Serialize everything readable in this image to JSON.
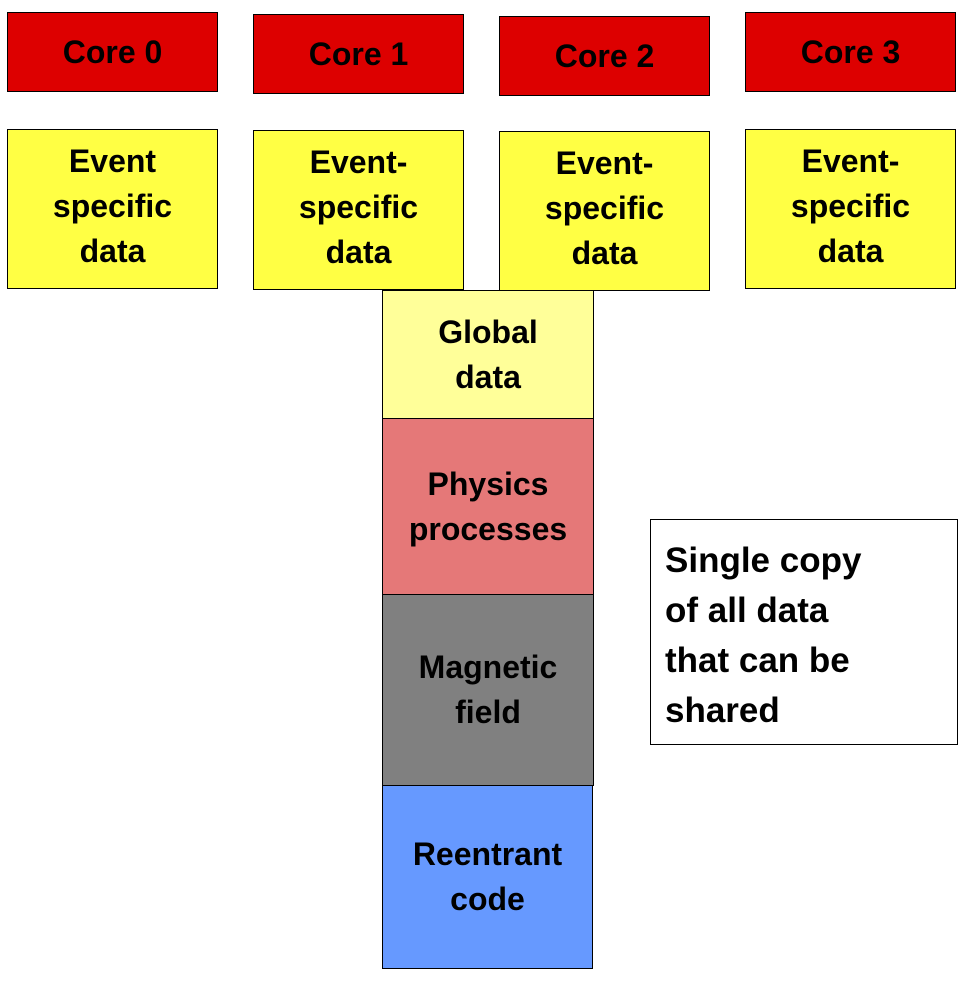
{
  "colors": {
    "core_fill": "#dd0000",
    "event_fill": "#ffff44",
    "global_fill": "#ffff99",
    "physics_fill": "#e57878",
    "magnetic_fill": "#808080",
    "reentrant_fill": "#6699ff",
    "note_fill": "#ffffff"
  },
  "cores": [
    {
      "label": "Core 0",
      "data_label": "Event\nspecific\ndata"
    },
    {
      "label": "Core 1",
      "data_label": "Event-\nspecific\ndata"
    },
    {
      "label": "Core 2",
      "data_label": "Event-\nspecific\ndata"
    },
    {
      "label": "Core 3",
      "data_label": "Event-\nspecific\ndata"
    }
  ],
  "shared_stack": [
    {
      "label": "Global\ndata"
    },
    {
      "label": "Physics\nprocesses"
    },
    {
      "label": "Magnetic\nfield"
    },
    {
      "label": "Reentrant\ncode"
    }
  ],
  "note": {
    "text": "Single copy\nof all data\nthat can be\nshared"
  }
}
